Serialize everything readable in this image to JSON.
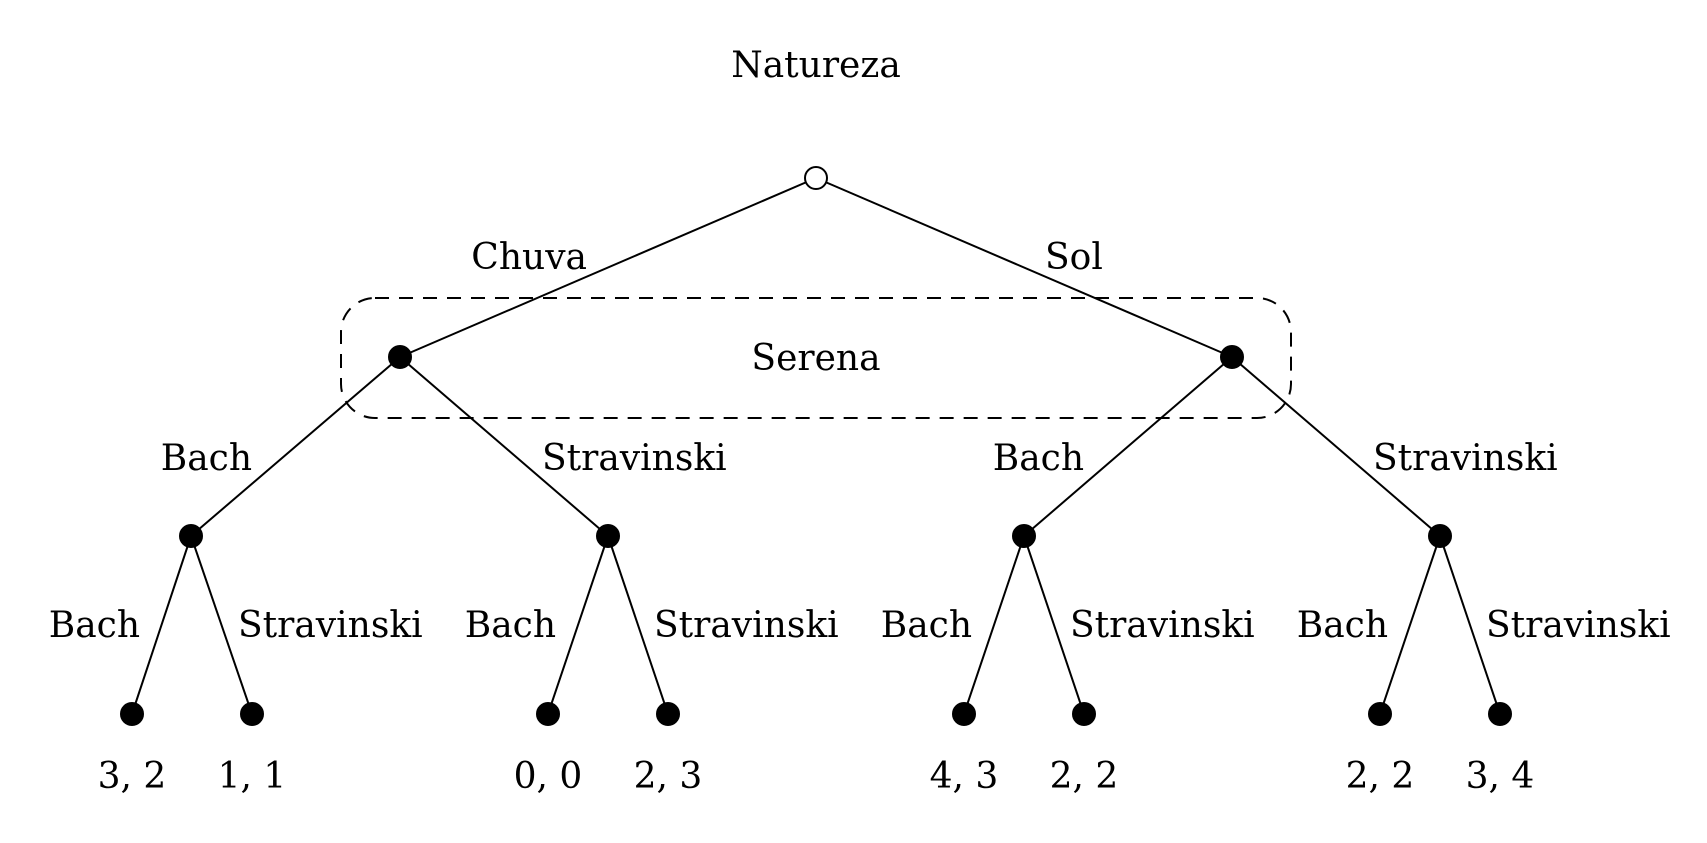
{
  "root_label": "Natureza",
  "nature_moves": [
    "Chuva",
    "Sol"
  ],
  "information_set_label": "Serena",
  "player1_moves": [
    "Bach",
    "Stravinski",
    "Bach",
    "Stravinski"
  ],
  "player2_moves": [
    "Bach",
    "Stravinski",
    "Bach",
    "Stravinski",
    "Bach",
    "Stravinski",
    "Bach",
    "Stravinski"
  ],
  "payoffs": [
    "3, 2",
    "1, 1",
    "0, 0",
    "2, 3",
    "4, 3",
    "2, 2",
    "2, 2",
    "3, 4"
  ],
  "colors": {
    "line": "#000000",
    "background": "#ffffff"
  }
}
